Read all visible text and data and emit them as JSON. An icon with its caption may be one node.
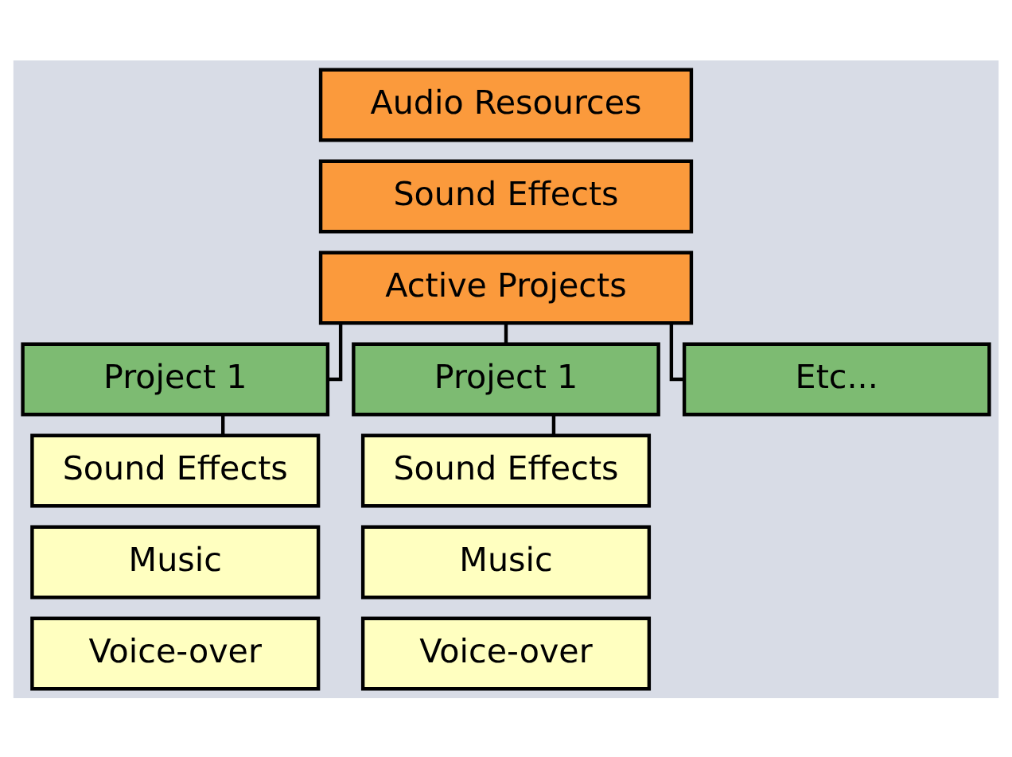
{
  "diagram": {
    "nodes": [
      {
        "text": [
          "Audio Resources"
        ]
      },
      {
        "text": [
          "Sound Effects"
        ]
      },
      {
        "text": [
          "Active Projects"
        ]
      },
      {
        "text": [
          "Project 1"
        ]
      },
      {
        "text": [
          "Project 1"
        ]
      },
      {
        "text": [
          "Etc..."
        ]
      },
      {
        "text": [
          "Sound Effects"
        ]
      },
      {
        "text": [
          "Music"
        ]
      },
      {
        "text": [
          "Voice-over"
        ]
      },
      {
        "text": [
          "Sound Effects"
        ]
      },
      {
        "text": [
          "Music"
        ]
      },
      {
        "text": [
          "Voice-over"
        ]
      }
    ],
    "edges": [
      {
        "from": 2,
        "to": 3,
        "arrow": "none"
      },
      {
        "from": 2,
        "to": 4,
        "arrow": "none"
      },
      {
        "from": 2,
        "to": 5,
        "arrow": "none"
      },
      {
        "from": 3,
        "to": 6,
        "arrow": "none"
      },
      {
        "from": 4,
        "to": 9,
        "arrow": "none"
      }
    ]
  }
}
